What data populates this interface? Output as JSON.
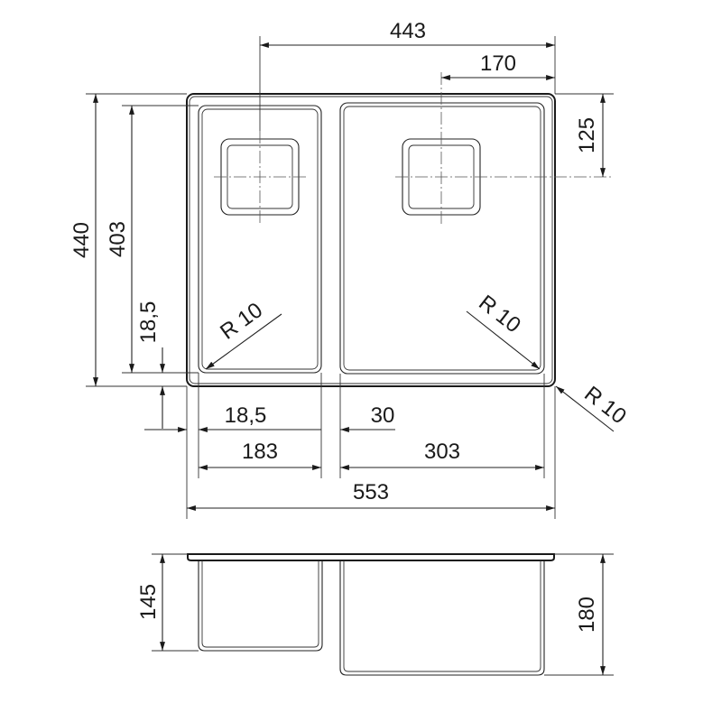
{
  "drawing": {
    "top_view": {
      "overall_width": "553",
      "overall_height": "440",
      "bowl_height": "403",
      "drain_offset_x": "443",
      "drain_offset_x_right": "170",
      "drain_offset_y": "125",
      "edge_offset_vertical": "18,5",
      "edge_offset_horizontal": "18,5",
      "small_bowl_width": "183",
      "gap_between_bowls": "30",
      "large_bowl_width": "303",
      "radius_small_bowl": "R 10",
      "radius_large_bowl": "R 10",
      "radius_outer": "R 10"
    },
    "side_view": {
      "small_bowl_depth": "145",
      "large_bowl_depth": "180"
    }
  }
}
